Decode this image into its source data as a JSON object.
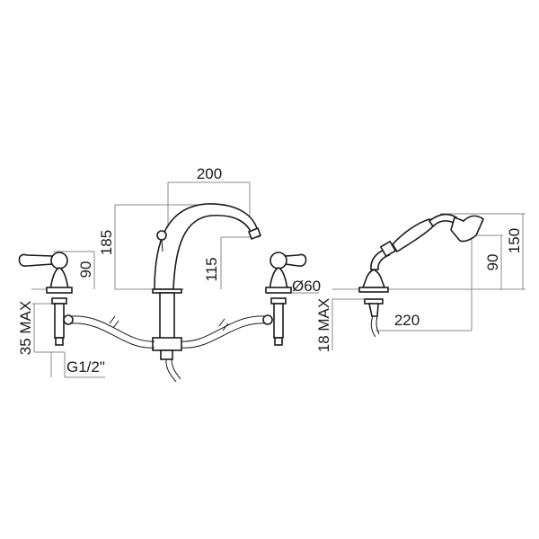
{
  "dimensions": {
    "spout_reach": "200",
    "spout_height": "185",
    "spout_outlet_height": "115",
    "handle_height": "90",
    "handle_diameter": "Ø60",
    "deck_thickness_max": "35 MAX",
    "thread": "G1/2\"",
    "shower_deck_thickness_max": "18 MAX",
    "shower_reach": "220",
    "shower_head_low": "90",
    "shower_head_high": "150"
  }
}
